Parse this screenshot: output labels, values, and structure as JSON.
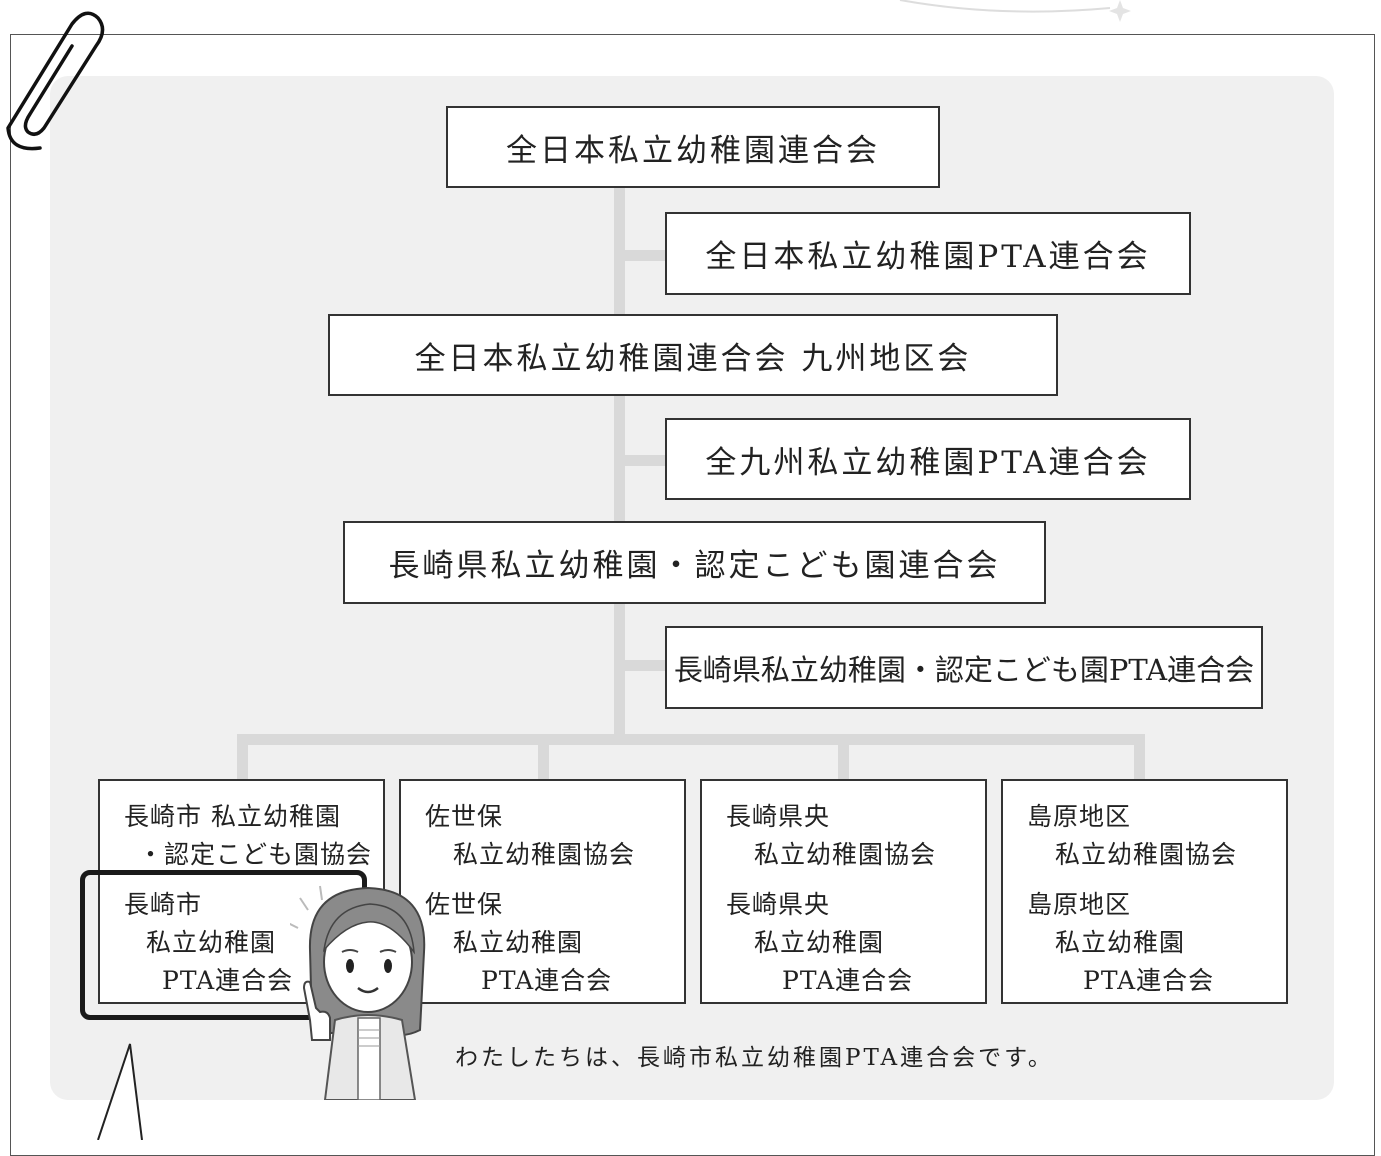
{
  "hierarchy": {
    "national": "全日本私立幼稚園連合会",
    "national_pta": "全日本私立幼稚園PTA連合会",
    "kyushu": "全日本私立幼稚園連合会 九州地区会",
    "kyushu_pta": "全九州私立幼稚園PTA連合会",
    "prefecture": "長崎県私立幼稚園・認定こども園連合会",
    "prefecture_pta": "長崎県私立幼稚園・認定こども園PTA連合会"
  },
  "regions": [
    {
      "assoc_line1": "長崎市 私立幼稚園",
      "assoc_line2": "・認定こども園協会",
      "pta_line1": "長崎市",
      "pta_line2": "私立幼稚園",
      "pta_line3": "PTA連合会"
    },
    {
      "assoc_line1": "佐世保",
      "assoc_line2": "私立幼稚園協会",
      "pta_line1": "佐世保",
      "pta_line2": "私立幼稚園",
      "pta_line3": "PTA連合会"
    },
    {
      "assoc_line1": "長崎県央",
      "assoc_line2": "私立幼稚園協会",
      "pta_line1": "長崎県央",
      "pta_line2": "私立幼稚園",
      "pta_line3": "PTA連合会"
    },
    {
      "assoc_line1": "島原地区",
      "assoc_line2": "私立幼稚園協会",
      "pta_line1": "島原地区",
      "pta_line2": "私立幼稚園",
      "pta_line3": "PTA連合会"
    }
  ],
  "caption": "わたしたちは、長崎市私立幼稚園PTA連合会です。",
  "decorations": {
    "paperclip_icon": "paperclip-icon",
    "mascot": "pointing-woman-illustration"
  },
  "colors": {
    "connector": "#d9d9d9",
    "panel": "#f0f0f0",
    "border": "#333333"
  }
}
